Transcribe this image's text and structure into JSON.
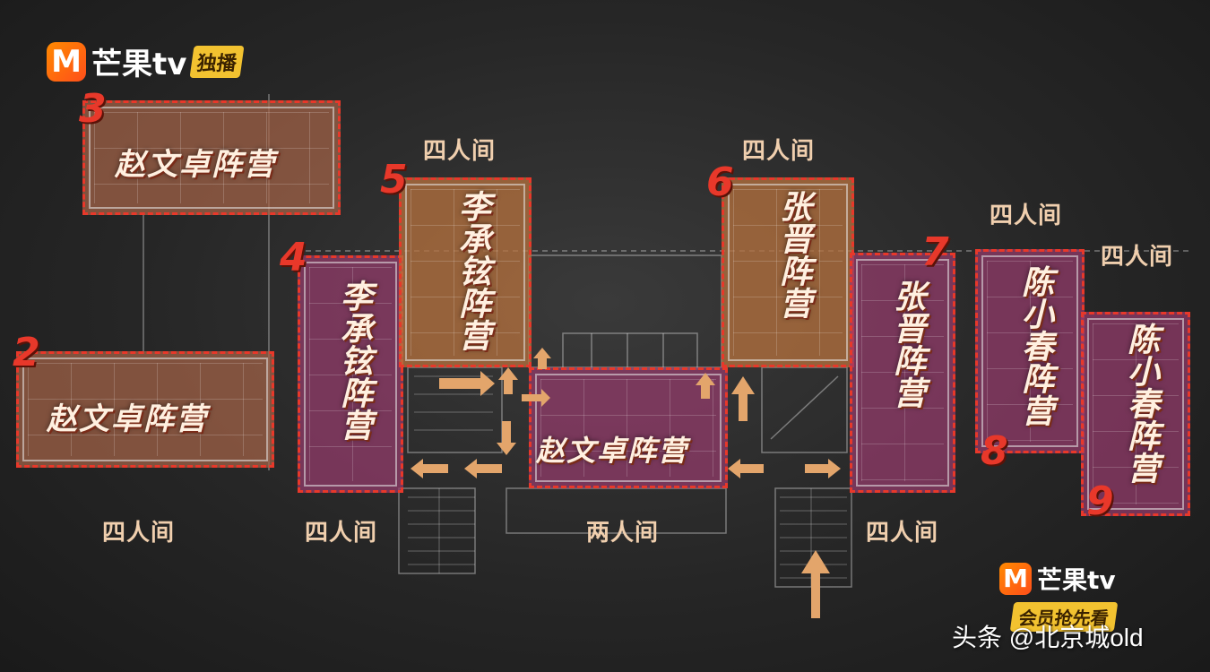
{
  "logo": {
    "icon_letter": "M",
    "brand": "芒果tv",
    "exclusive": "独播",
    "member_badge": "会员抢先看"
  },
  "watermark": "头条 @北京城old",
  "colors": {
    "background": "#262626",
    "border_red": "#e8382a",
    "room_brown": "#a56448",
    "room_purple": "#963c6c",
    "room_tan": "#b2703e",
    "caption": "#f0cfae"
  },
  "rooms": [
    {
      "id": "r3",
      "number": "3",
      "camp": "赵文卓阵营"
    },
    {
      "id": "r2",
      "number": "2",
      "camp": "赵文卓阵营"
    },
    {
      "id": "r4",
      "number": "4",
      "camp": "李承铉阵营"
    },
    {
      "id": "r5",
      "number": "5",
      "camp": "李承铉阵营"
    },
    {
      "id": "r1",
      "number": "",
      "camp": "赵文卓阵营"
    },
    {
      "id": "r6",
      "number": "6",
      "camp": "张晋阵营"
    },
    {
      "id": "r7",
      "number": "7",
      "camp": "张晋阵营"
    },
    {
      "id": "r8",
      "number": "8",
      "camp": "陈小春阵营"
    },
    {
      "id": "r9",
      "number": "9",
      "camp": "陈小春阵营"
    }
  ],
  "captions": {
    "r5_top": "四人间",
    "r6_top": "四人间",
    "r8_top": "四人间",
    "r9_top": "四人间",
    "r2_bottom": "四人间",
    "r4_bottom": "四人间",
    "r1_bottom": "两人间",
    "r7_bottom": "四人间"
  }
}
